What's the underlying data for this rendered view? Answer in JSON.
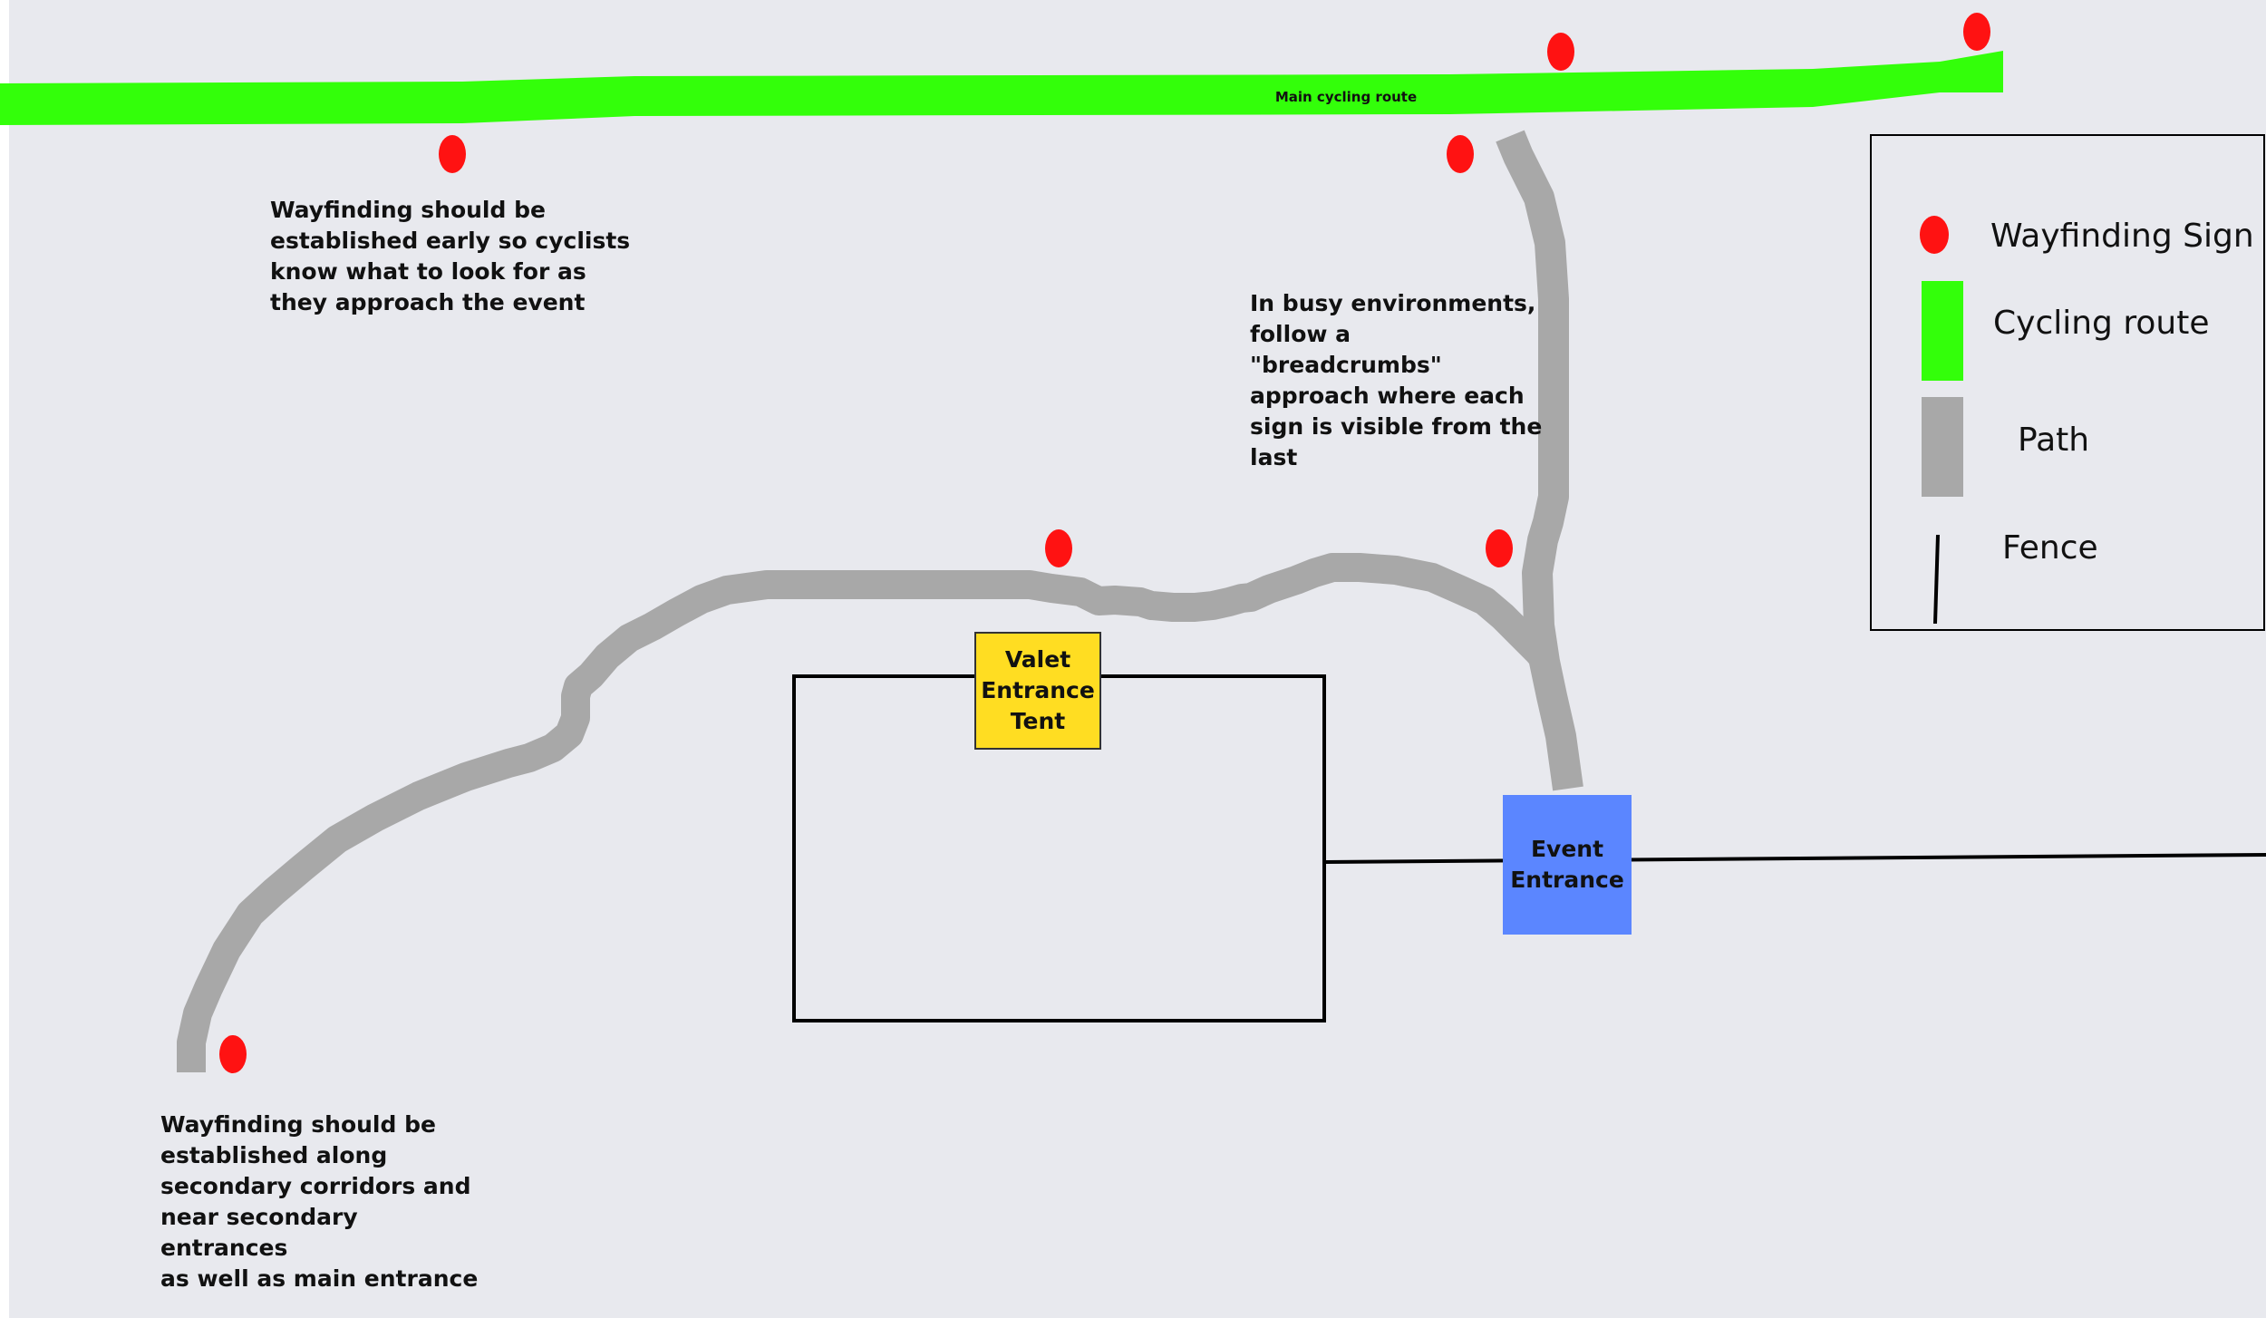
{
  "routes": {
    "main_route_label": "Main cycling route"
  },
  "boxes": {
    "valet_tent": "Valet\nEntrance\nTent",
    "event_entrance": "Event\nEntrance"
  },
  "notes": {
    "early": "Wayfinding should be\nestablished early so cyclists\nknow what to look for as\nthey approach the event",
    "breadcrumbs": "In busy environments,\nfollow a \"breadcrumbs\"\napproach where each\nsign is visible from the\nlast",
    "secondary": "Wayfinding should be\nestablished along\nsecondary corridors and\nnear secondary entrances\nas well as main entrance"
  },
  "legend": {
    "sign": "Wayfinding Sign",
    "route": "Cycling route",
    "path": "Path",
    "fence": "Fence"
  },
  "colors": {
    "background": "#e8e9ee",
    "cycling_route": "#33ff0a",
    "path": "#a8a8a8",
    "sign": "#ff1212",
    "valet_tent": "#ffdd22",
    "event_entrance": "#5b86ff",
    "fence": "#000000"
  }
}
